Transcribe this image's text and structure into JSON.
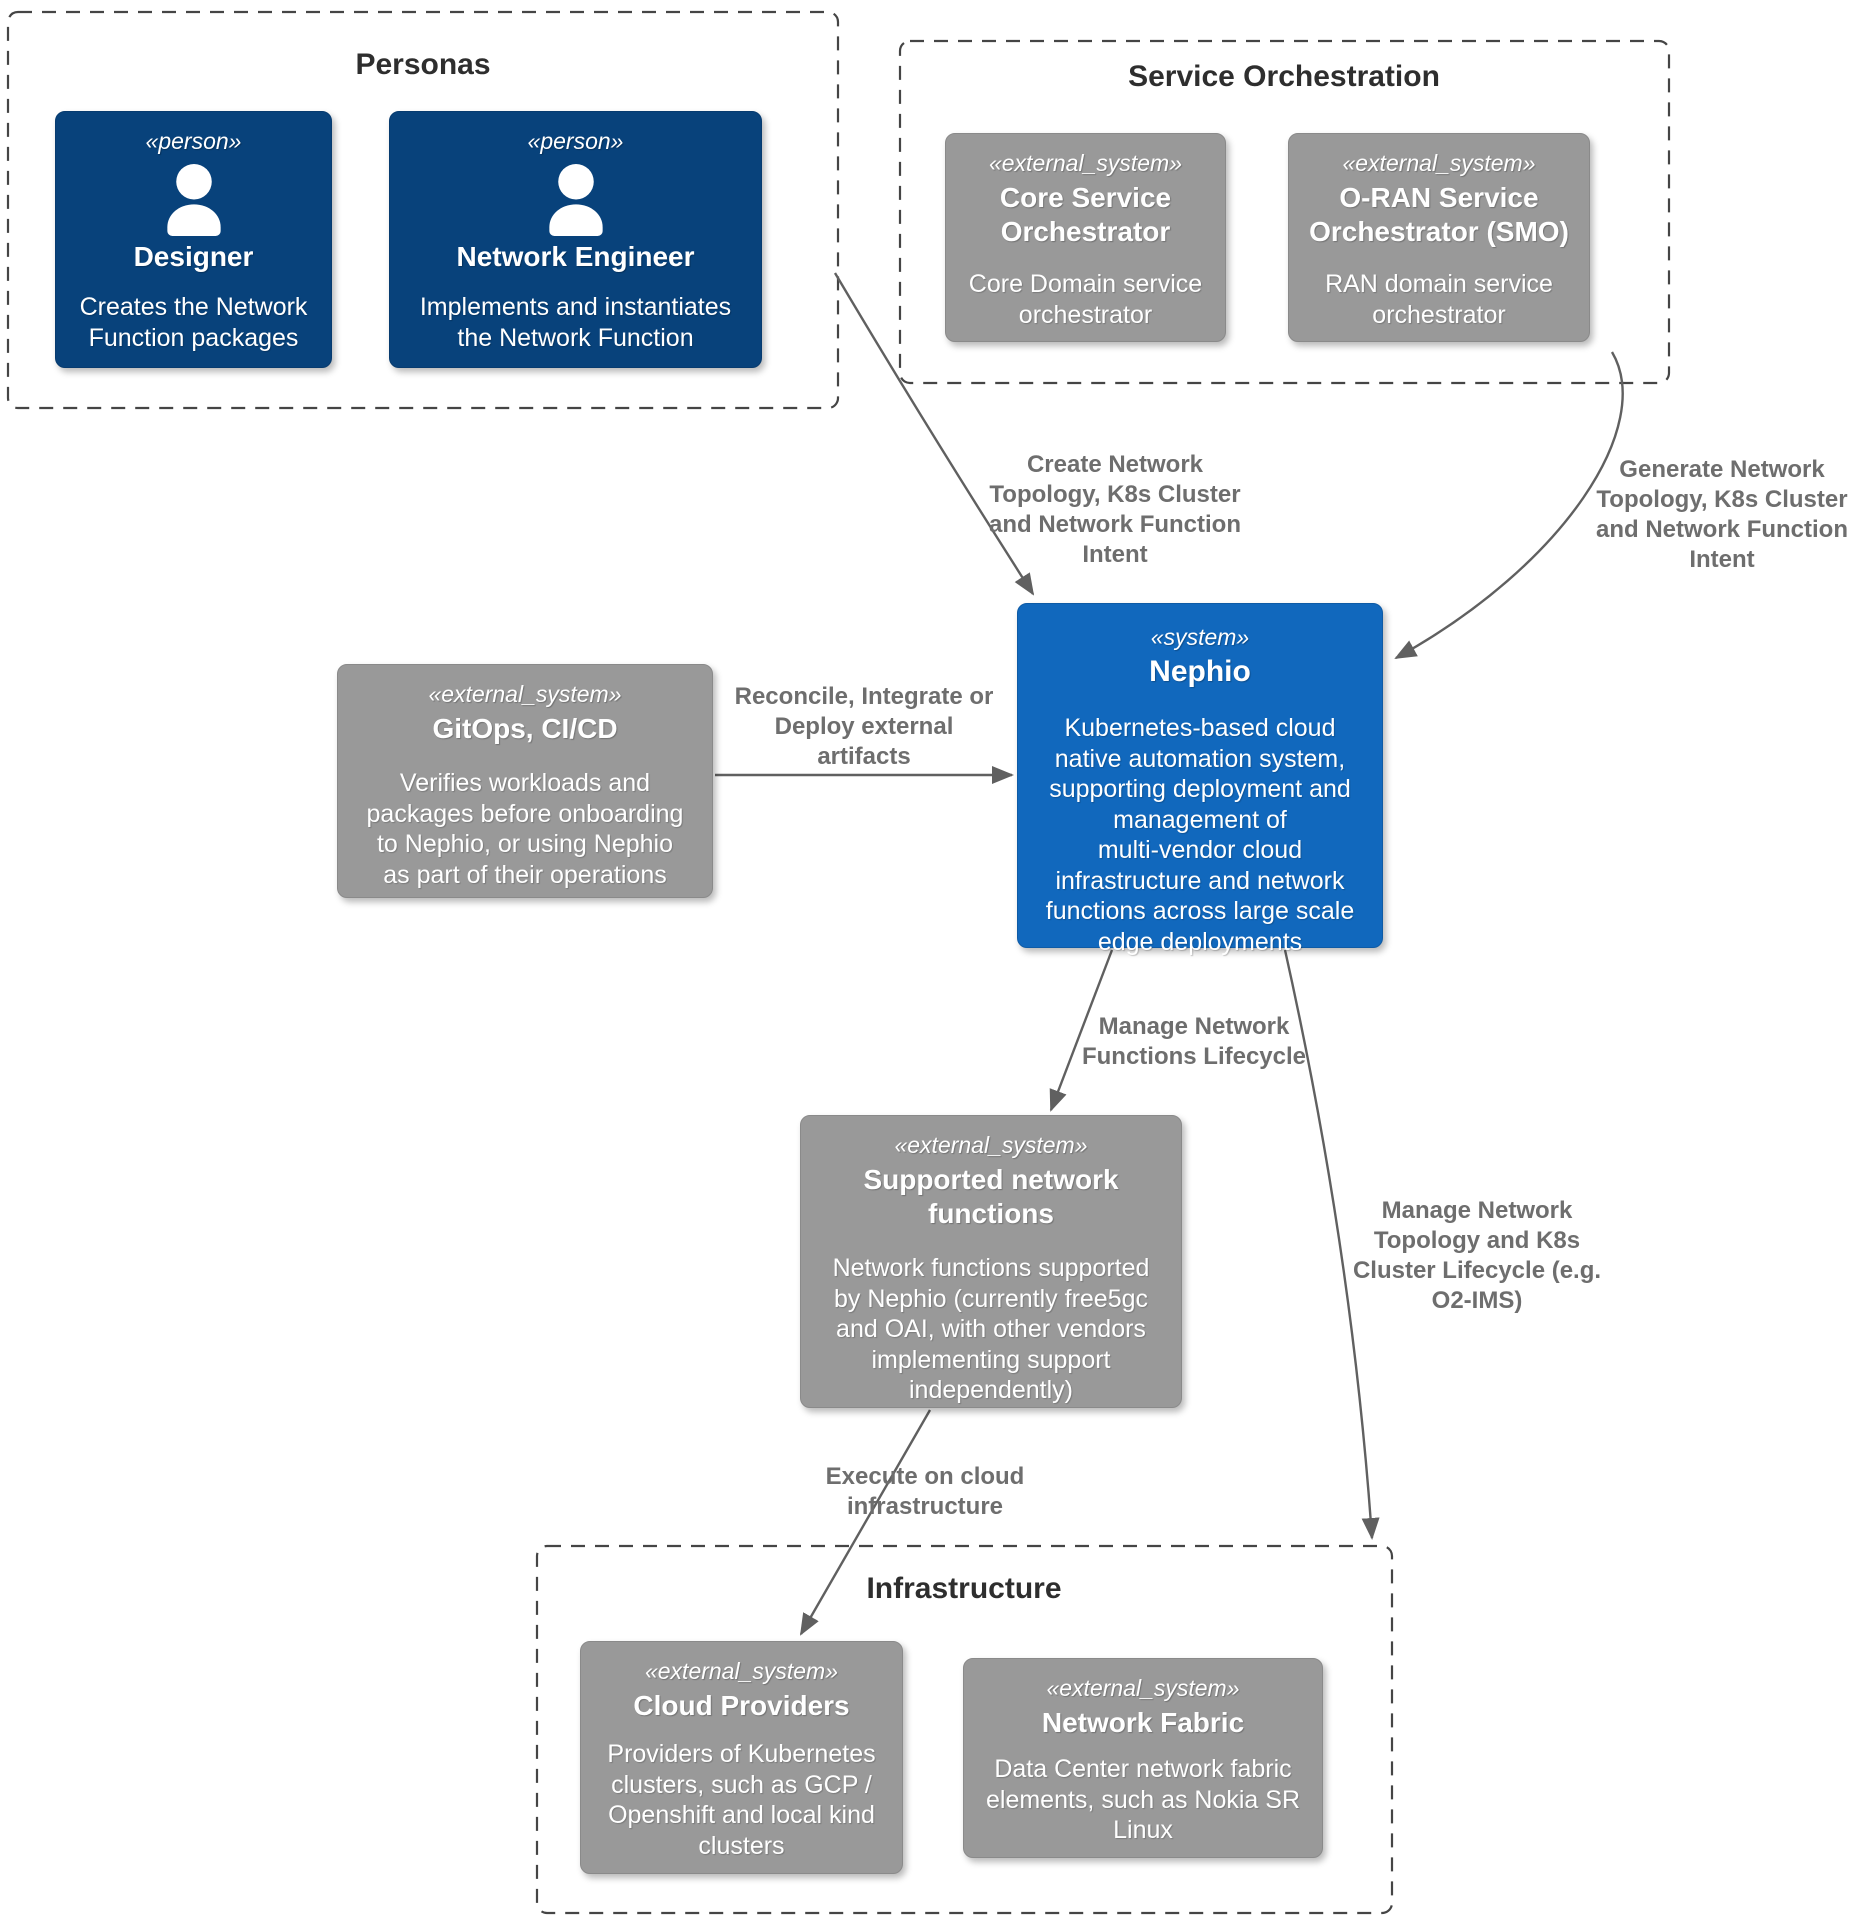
{
  "diagram": {
    "boundaries": {
      "personas": {
        "title": "Personas"
      },
      "service_orchestration": {
        "title": "Service Orchestration"
      },
      "infrastructure": {
        "title": "Infrastructure"
      }
    },
    "nodes": {
      "designer": {
        "stereotype": "«person»",
        "name": "Designer",
        "description": "Creates the Network\nFunction packages"
      },
      "network_engineer": {
        "stereotype": "«person»",
        "name": "Network Engineer",
        "description": "Implements and instantiates\nthe Network Function"
      },
      "core_service_orchestrator": {
        "stereotype": "«external_system»",
        "name": "Core Service\nOrchestrator",
        "description": "Core Domain service\norchestrator"
      },
      "oran_service_orchestrator": {
        "stereotype": "«external_system»",
        "name": "O-RAN Service\nOrchestrator (SMO)",
        "description": "RAN domain service\norchestrator"
      },
      "nephio": {
        "stereotype": "«system»",
        "name": "Nephio",
        "description": "Kubernetes-based cloud\nnative automation system,\nsupporting deployment and\nmanagement of\nmulti-vendor cloud\ninfrastructure and network\nfunctions across large scale\nedge deployments"
      },
      "gitops_cicd": {
        "stereotype": "«external_system»",
        "name": "GitOps, CI/CD",
        "description": "Verifies workloads and\npackages before onboarding\nto Nephio, or using Nephio\nas part of their operations"
      },
      "supported_network_functions": {
        "stereotype": "«external_system»",
        "name": "Supported network\nfunctions",
        "description": "Network functions supported\nby Nephio (currently free5gc\nand OAI, with other vendors\nimplementing support\nindependently)"
      },
      "cloud_providers": {
        "stereotype": "«external_system»",
        "name": "Cloud Providers",
        "description": "Providers of Kubernetes\nclusters, such as GCP /\nOpenshift and local kind\nclusters"
      },
      "network_fabric": {
        "stereotype": "«external_system»",
        "name": "Network Fabric",
        "description": "Data Center network fabric\nelements, such as Nokia SR\nLinux"
      }
    },
    "edges": {
      "create_intent": {
        "label": "Create Network\nTopology, K8s Cluster\nand Network Function\nIntent"
      },
      "generate_intent": {
        "label": "Generate Network\nTopology, K8s Cluster\nand Network Function\nIntent"
      },
      "reconcile_integrate_deploy": {
        "label": "Reconcile, Integrate or\nDeploy external\nartifacts"
      },
      "manage_nf_lifecycle": {
        "label": "Manage Network\nFunctions Lifecycle"
      },
      "manage_topology_lifecycle": {
        "label": "Manage Network\nTopology and K8s\nCluster Lifecycle (e.g.\nO2-IMS)"
      },
      "execute_on_cloud": {
        "label": "Execute on cloud\ninfrastructure"
      }
    },
    "colors": {
      "person_bg": "#08427B",
      "system_bg": "#1168BD",
      "external_bg": "#999999",
      "arrow": "#606060",
      "boundary_border": "#454545",
      "boundary_title": "#2e2e2e",
      "text_on_fill": "#FFFFFF"
    }
  }
}
